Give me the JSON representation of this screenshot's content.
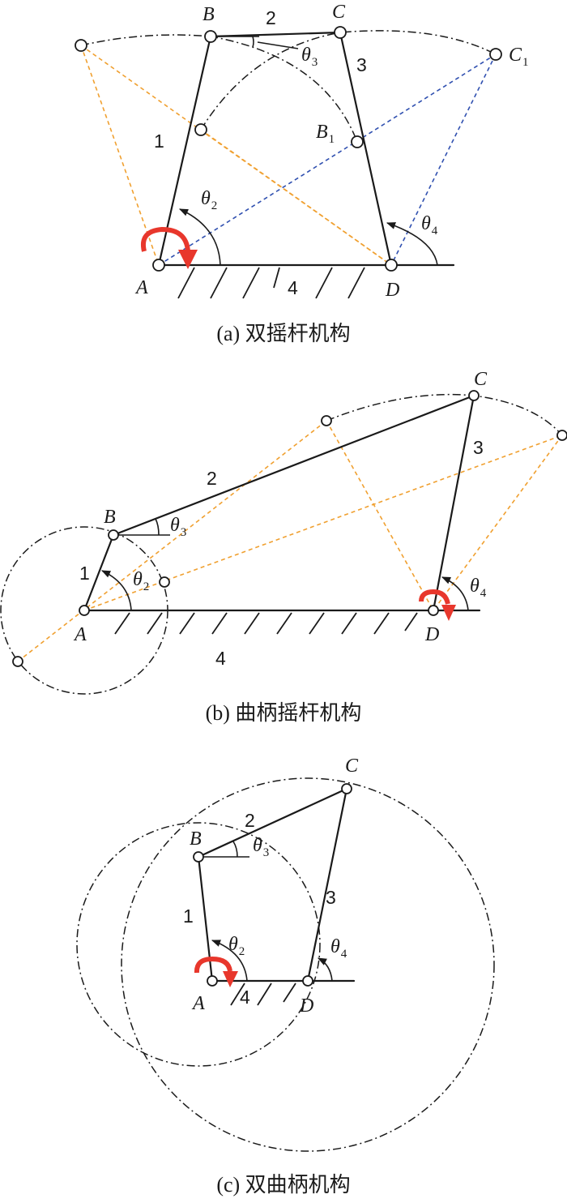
{
  "panel_a": {
    "caption": "(a) 双摇杆机构",
    "labels": {
      "A": "A",
      "B": "B",
      "C": "C",
      "D": "D",
      "C1": "C",
      "C1_sub": "1",
      "B1": "B",
      "B1_sub": "1"
    },
    "links": {
      "l1": "1",
      "l2": "2",
      "l3": "3",
      "l4": "4"
    },
    "angles": {
      "t2": "θ",
      "t2_sub": "2",
      "t3": "θ",
      "t3_sub": "3",
      "t4": "θ",
      "t4_sub": "4"
    },
    "colors": {
      "arrow": "#e8372c",
      "dash_orange": "#f0a030",
      "dash_blue": "#3050b0"
    }
  },
  "panel_b": {
    "caption": "(b) 曲柄摇杆机构",
    "labels": {
      "A": "A",
      "B": "B",
      "C": "C",
      "D": "D"
    },
    "links": {
      "l1": "1",
      "l2": "2",
      "l3": "3",
      "l4": "4"
    },
    "angles": {
      "t2": "θ",
      "t2_sub": "2",
      "t3": "θ",
      "t3_sub": "3",
      "t4": "θ",
      "t4_sub": "4"
    }
  },
  "panel_c": {
    "caption": "(c) 双曲柄机构",
    "labels": {
      "A": "A",
      "B": "B",
      "C": "C",
      "D": "D"
    },
    "links": {
      "l1": "1",
      "l2": "2",
      "l3": "3",
      "l4": "4"
    },
    "angles": {
      "t2": "θ",
      "t2_sub": "2",
      "t3": "θ",
      "t3_sub": "3",
      "t4": "θ",
      "t4_sub": "4"
    }
  }
}
